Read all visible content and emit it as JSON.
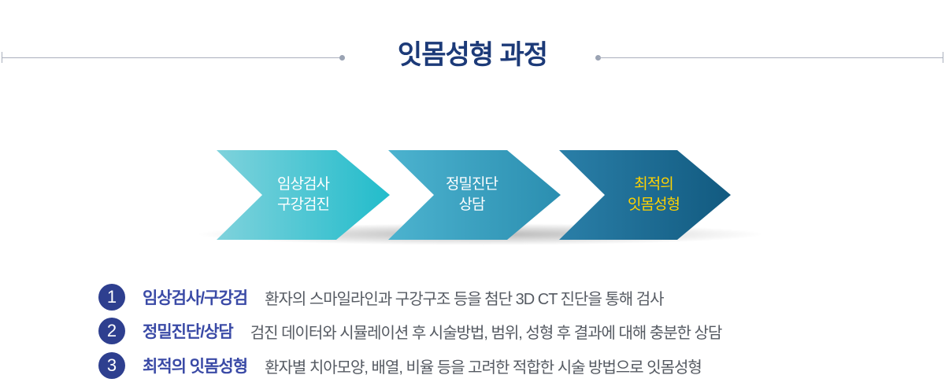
{
  "title": "잇몸성형 과정",
  "colors": {
    "title": "#1c3a78",
    "accent": "#2e3f8f",
    "highlight": "#ffd200"
  },
  "steps": [
    {
      "line1": "임상검사",
      "line2": "구강검진"
    },
    {
      "line1": "정밀진단",
      "line2": "상담"
    },
    {
      "line1": "최적의",
      "line2": "잇몸성형"
    }
  ],
  "items": [
    {
      "num": "1",
      "label": "임상검사/구강검",
      "desc": "환자의 스마일라인과 구강구조 등을 첨단 3D CT 진단을 통해 검사"
    },
    {
      "num": "2",
      "label": "정밀진단/상담",
      "desc": "검진 데이터와 시뮬레이션 후 시술방법, 범위, 성형 후 결과에 대해 충분한 상담"
    },
    {
      "num": "3",
      "label": "최적의 잇몸성형",
      "desc": "환자별 치아모양, 배열, 비율 등을 고려한 적합한 시술 방법으로 잇몸성형"
    }
  ]
}
